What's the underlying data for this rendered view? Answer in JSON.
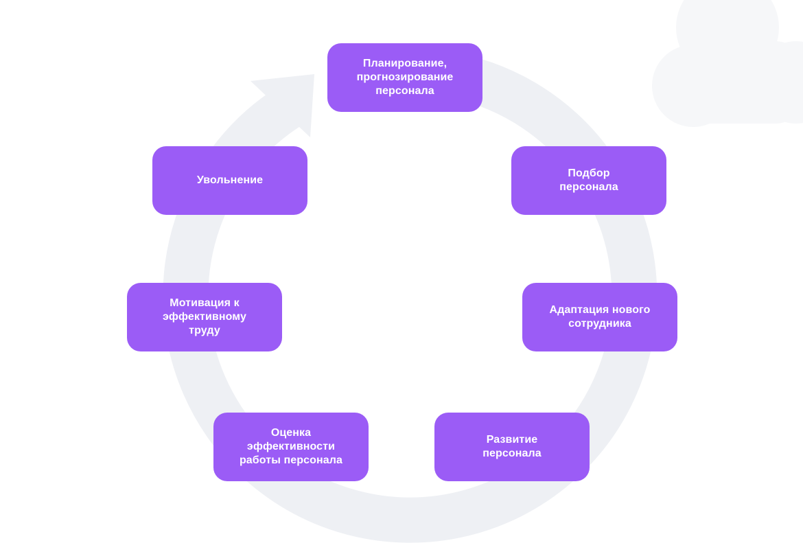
{
  "colors": {
    "box": "#9b5cf6",
    "ring": "#eef0f4",
    "blob": "#f6f7f9",
    "text": "#ffffff"
  },
  "stages": [
    {
      "id": "planning",
      "label": "Планирование,\nпрогнозирование\nперсонала"
    },
    {
      "id": "selection",
      "label": "Подбор\nперсонала"
    },
    {
      "id": "adaptation",
      "label": "Адаптация нового\nсотрудника"
    },
    {
      "id": "development",
      "label": "Развитие\nперсонала"
    },
    {
      "id": "evaluation",
      "label": "Оценка\nэффективности\nработы персонала"
    },
    {
      "id": "motivation",
      "label": "Мотивация к\nэффективному\nтруду"
    },
    {
      "id": "dismissal",
      "label": "Увольнение"
    }
  ]
}
